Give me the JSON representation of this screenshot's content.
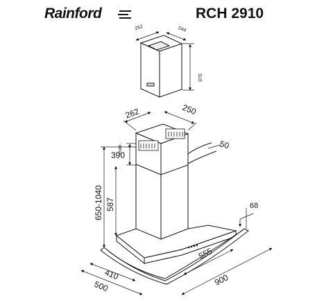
{
  "header": {
    "brand": "Rainford",
    "model": "RCH 2910"
  },
  "dimensions": {
    "top_box_width": "252",
    "top_box_depth": "244",
    "top_box_height": "370",
    "chimney_width": "262",
    "chimney_depth": "250",
    "max_label": "max.",
    "max_value": "390",
    "outlet": "50",
    "total_height": "650-1040",
    "body_height": "587",
    "glass_height": "68",
    "inner_depth": "410",
    "outer_depth": "500",
    "glass_width": "555",
    "total_width": "900"
  },
  "colors": {
    "line": "#111111",
    "fill": "#ffffff"
  }
}
